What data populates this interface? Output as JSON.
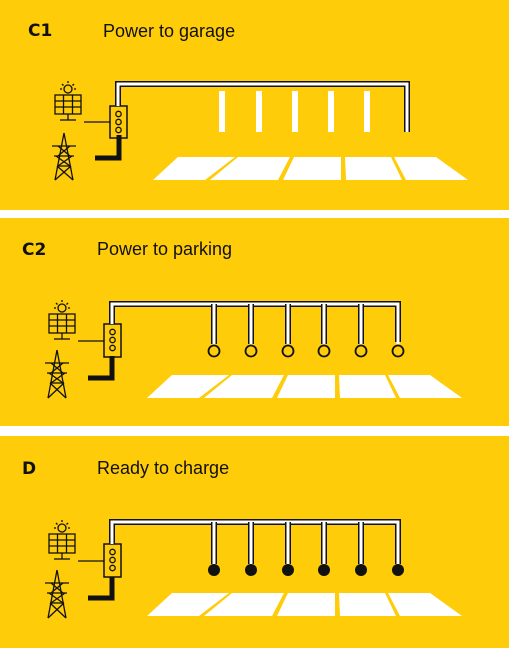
{
  "panels": [
    {
      "code": "C1",
      "title": "Power to garage",
      "stage": "garage",
      "icons": [
        "solar-panel-icon",
        "transmission-tower-icon",
        "distribution-box-icon"
      ]
    },
    {
      "code": "C2",
      "title": "Power to parking",
      "stage": "outlets-open",
      "icons": [
        "solar-panel-icon",
        "transmission-tower-icon",
        "distribution-box-icon",
        "charger-outlet-icon"
      ]
    },
    {
      "code": "D",
      "title": "Ready to charge",
      "stage": "outlets-filled",
      "icons": [
        "solar-panel-icon",
        "transmission-tower-icon",
        "distribution-box-icon",
        "charger-outlet-icon"
      ]
    }
  ],
  "colors": {
    "panel": "#FFCC0A",
    "separator": "#FFFFFF",
    "ink": "#111111",
    "wire": "#FFFFFF"
  }
}
